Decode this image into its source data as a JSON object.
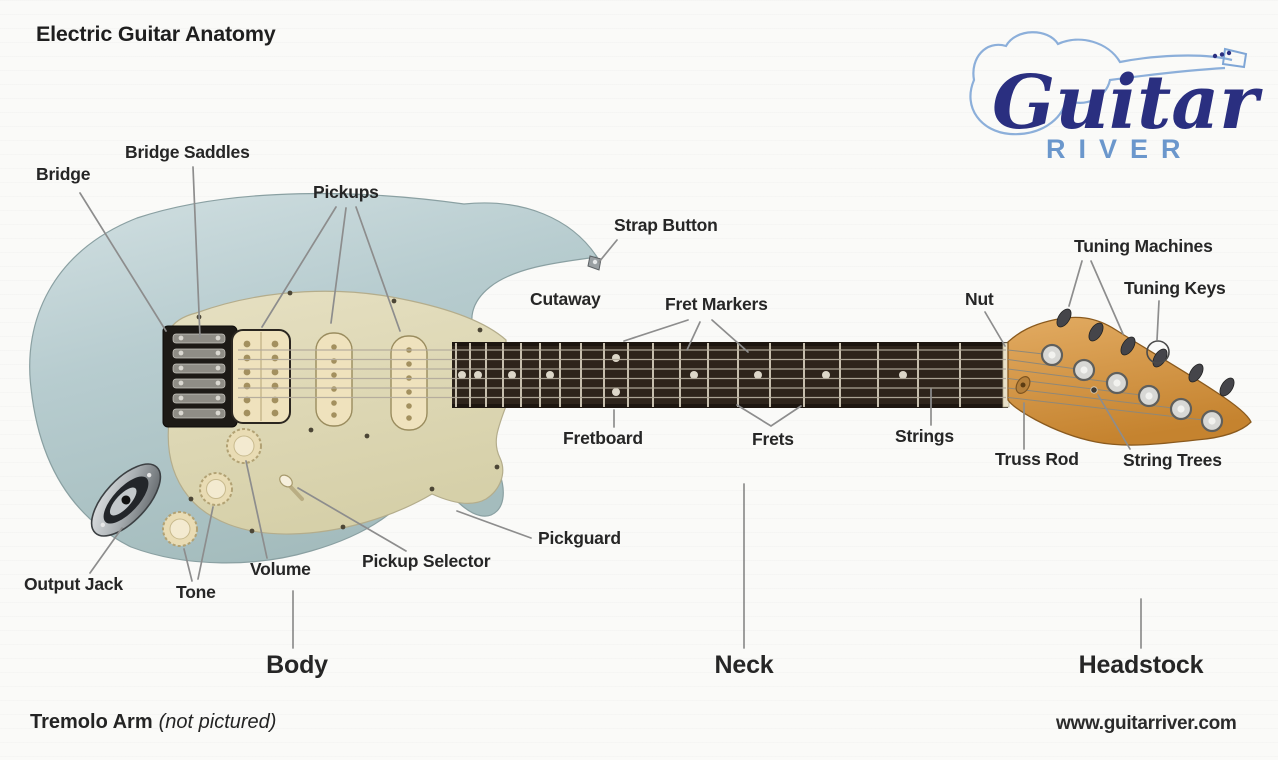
{
  "title": "Electric Guitar Anatomy",
  "logo": {
    "script": "Guitar",
    "sub": "RIVER"
  },
  "labels": {
    "bridge": "Bridge",
    "bridge_saddles": "Bridge Saddles",
    "pickups": "Pickups",
    "strap_button": "Strap Button",
    "cutaway": "Cutaway",
    "fret_markers": "Fret Markers",
    "nut": "Nut",
    "tuning_machines": "Tuning Machines",
    "tuning_keys": "Tuning Keys",
    "fretboard": "Fretboard",
    "frets": "Frets",
    "strings": "Strings",
    "truss_rod": "Truss Rod",
    "string_trees": "String Trees",
    "output_jack": "Output Jack",
    "tone": "Tone",
    "volume": "Volume",
    "pickup_selector": "Pickup Selector",
    "pickguard": "Pickguard"
  },
  "sections": {
    "body": "Body",
    "neck": "Neck",
    "headstock": "Headstock"
  },
  "footer": {
    "tremolo_bold": "Tremolo Arm",
    "tremolo_italic": "(not pictured)",
    "website": "www.guitarriver.com"
  },
  "colors": {
    "guitar_body": "#b7cccf",
    "pickguard": "#ded8b4",
    "pickup_cream": "#efe2bd",
    "fretboard": "#2e241b",
    "headstock": "#d79a4e",
    "logo_navy": "#2a2f80",
    "logo_blue": "#6b97cc",
    "leader_line": "#8d8d8d"
  }
}
